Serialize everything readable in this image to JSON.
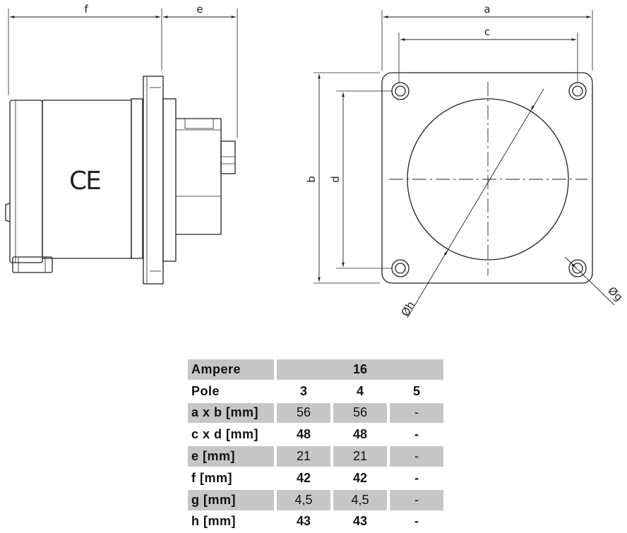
{
  "drawing": {
    "side_view": {
      "dim_f": "f",
      "dim_e": "e",
      "mark": "CE"
    },
    "front_view": {
      "dim_a": "a",
      "dim_b": "b",
      "dim_c": "c",
      "dim_d": "d",
      "dim_h": "Øh",
      "dim_g": "Øg"
    }
  },
  "table": {
    "header": {
      "label": "Ampere",
      "value": "16"
    },
    "pole": {
      "label": "Pole",
      "values": [
        "3",
        "4",
        "5"
      ]
    },
    "rows": [
      {
        "label": "a x b [mm]",
        "values": [
          "56",
          "56",
          "-"
        ]
      },
      {
        "label": "c x d [mm]",
        "values": [
          "48",
          "48",
          "-"
        ]
      },
      {
        "label": "e [mm]",
        "values": [
          "21",
          "21",
          "-"
        ]
      },
      {
        "label": "f [mm]",
        "values": [
          "42",
          "42",
          "-"
        ]
      },
      {
        "label": "g [mm]",
        "values": [
          "4,5",
          "4,5",
          "-"
        ]
      },
      {
        "label": "h [mm]",
        "values": [
          "43",
          "43",
          "-"
        ]
      }
    ]
  }
}
